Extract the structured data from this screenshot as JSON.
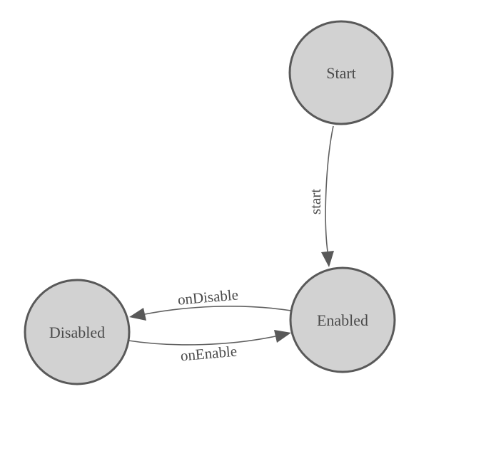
{
  "diagram": {
    "type": "state-machine",
    "nodes": [
      {
        "id": "start",
        "label": "Start"
      },
      {
        "id": "enabled",
        "label": "Enabled"
      },
      {
        "id": "disabled",
        "label": "Disabled"
      }
    ],
    "edges": [
      {
        "from": "Start",
        "to": "Enabled",
        "label": "start"
      },
      {
        "from": "Enabled",
        "to": "Disabled",
        "label": "onDisable"
      },
      {
        "from": "Disabled",
        "to": "Enabled",
        "label": "onEnable"
      }
    ],
    "colors": {
      "node_fill": "#d2d2d2",
      "node_stroke": "#595959",
      "edge_stroke": "#606060",
      "label_text": "#4a4a4a",
      "background": "#ffffff"
    }
  }
}
